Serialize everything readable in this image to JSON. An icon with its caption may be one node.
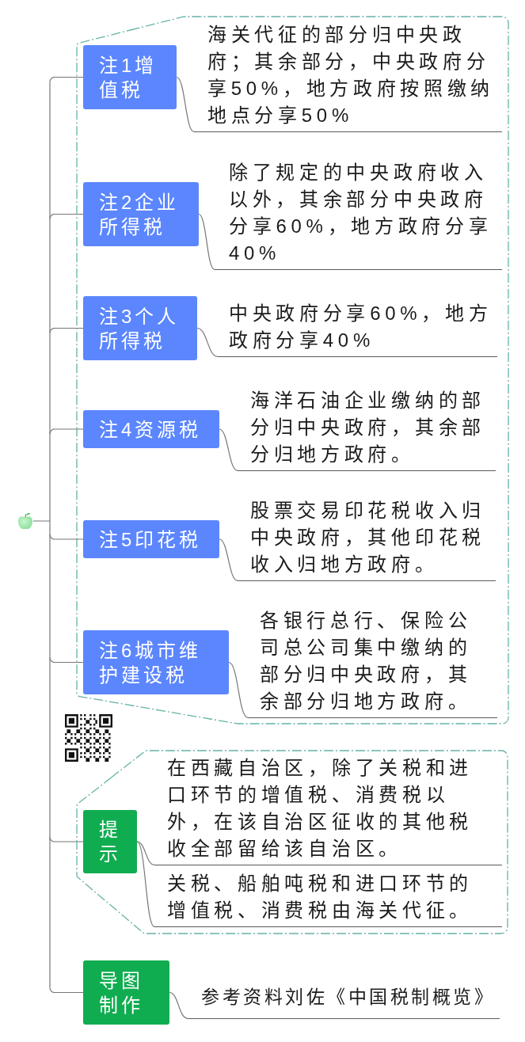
{
  "diagram": {
    "nodes": [
      {
        "text": [],
        "shape": "picture"
      },
      {
        "text": [],
        "shape": "box"
      },
      {
        "text": [
          "注1增值税"
        ],
        "in": 1
      },
      {
        "text": [
          "海关代征的部分归中央政府；其余部分，中央政府分享50%，地方政府按照缴纳地点分享50%"
        ],
        "in": 1
      },
      {
        "text": [
          "注2企业所得税"
        ],
        "in": 1
      },
      {
        "text": [
          "除了规定的中央政府收入以外，其余部分中央政府分享60%，地方政府分享40%"
        ],
        "in": 1
      },
      {
        "text": [
          "注3个人所得税"
        ],
        "in": 1
      },
      {
        "text": [
          "中央政府分享60%，地方政府分享40%"
        ],
        "in": 1
      },
      {
        "text": [
          "注4资源税"
        ],
        "in": 1
      },
      {
        "text": [
          "海洋石油企业缴纳的部分归中央政府，其余部分归地方政府。"
        ],
        "in": 1
      },
      {
        "text": [
          "注5印花税"
        ],
        "in": 1
      },
      {
        "text": [
          "股票交易印花税收入归中央政府，其他印花税收入归地方政府。"
        ],
        "in": 1
      },
      {
        "text": [
          "注6城市维护建设税"
        ],
        "in": 1
      },
      {
        "text": [
          "各银行总行、保险公司总公司集中缴纳的部分归中央政府，其余部分归地方政府。"
        ],
        "in": 1
      },
      {
        "text": [],
        "shape": "box"
      },
      {
        "text": [
          "提示"
        ],
        "in": 14
      },
      {
        "text": [
          "在西藏自治区，除了关税和进口环节的增值税、消费税以外，在该自治区征收的其他税收全部留给该自治区。"
        ],
        "in": 14
      },
      {
        "text": [
          "关税、船舶吨税和进口环节的增值税、消费税由海关代征。"
        ],
        "in": 14
      },
      {
        "text": [
          "导图制作"
        ]
      },
      {
        "text": [
          "参考资料刘佐《中国税制概览》"
        ]
      }
    ],
    "edges": [
      {
        "from": 0,
        "to": 2,
        "arrow": "none"
      },
      {
        "from": 2,
        "to": 3,
        "arrow": "none"
      },
      {
        "from": 0,
        "to": 4,
        "arrow": "none"
      },
      {
        "from": 4,
        "to": 5,
        "arrow": "none"
      },
      {
        "from": 0,
        "to": 6,
        "arrow": "none"
      },
      {
        "from": 6,
        "to": 7,
        "arrow": "none"
      },
      {
        "from": 0,
        "to": 8,
        "arrow": "none"
      },
      {
        "from": 8,
        "to": 9,
        "arrow": "none"
      },
      {
        "from": 0,
        "to": 10,
        "arrow": "none"
      },
      {
        "from": 10,
        "to": 11,
        "arrow": "none"
      },
      {
        "from": 0,
        "to": 12,
        "arrow": "none"
      },
      {
        "from": 12,
        "to": 13,
        "arrow": "none"
      },
      {
        "from": 0,
        "to": 15,
        "arrow": "none"
      },
      {
        "from": 15,
        "to": 16,
        "arrow": "none"
      },
      {
        "from": 15,
        "to": 17,
        "arrow": "none"
      },
      {
        "from": 0,
        "to": 18,
        "arrow": "none"
      },
      {
        "from": 18,
        "to": 19,
        "arrow": "none"
      }
    ]
  }
}
